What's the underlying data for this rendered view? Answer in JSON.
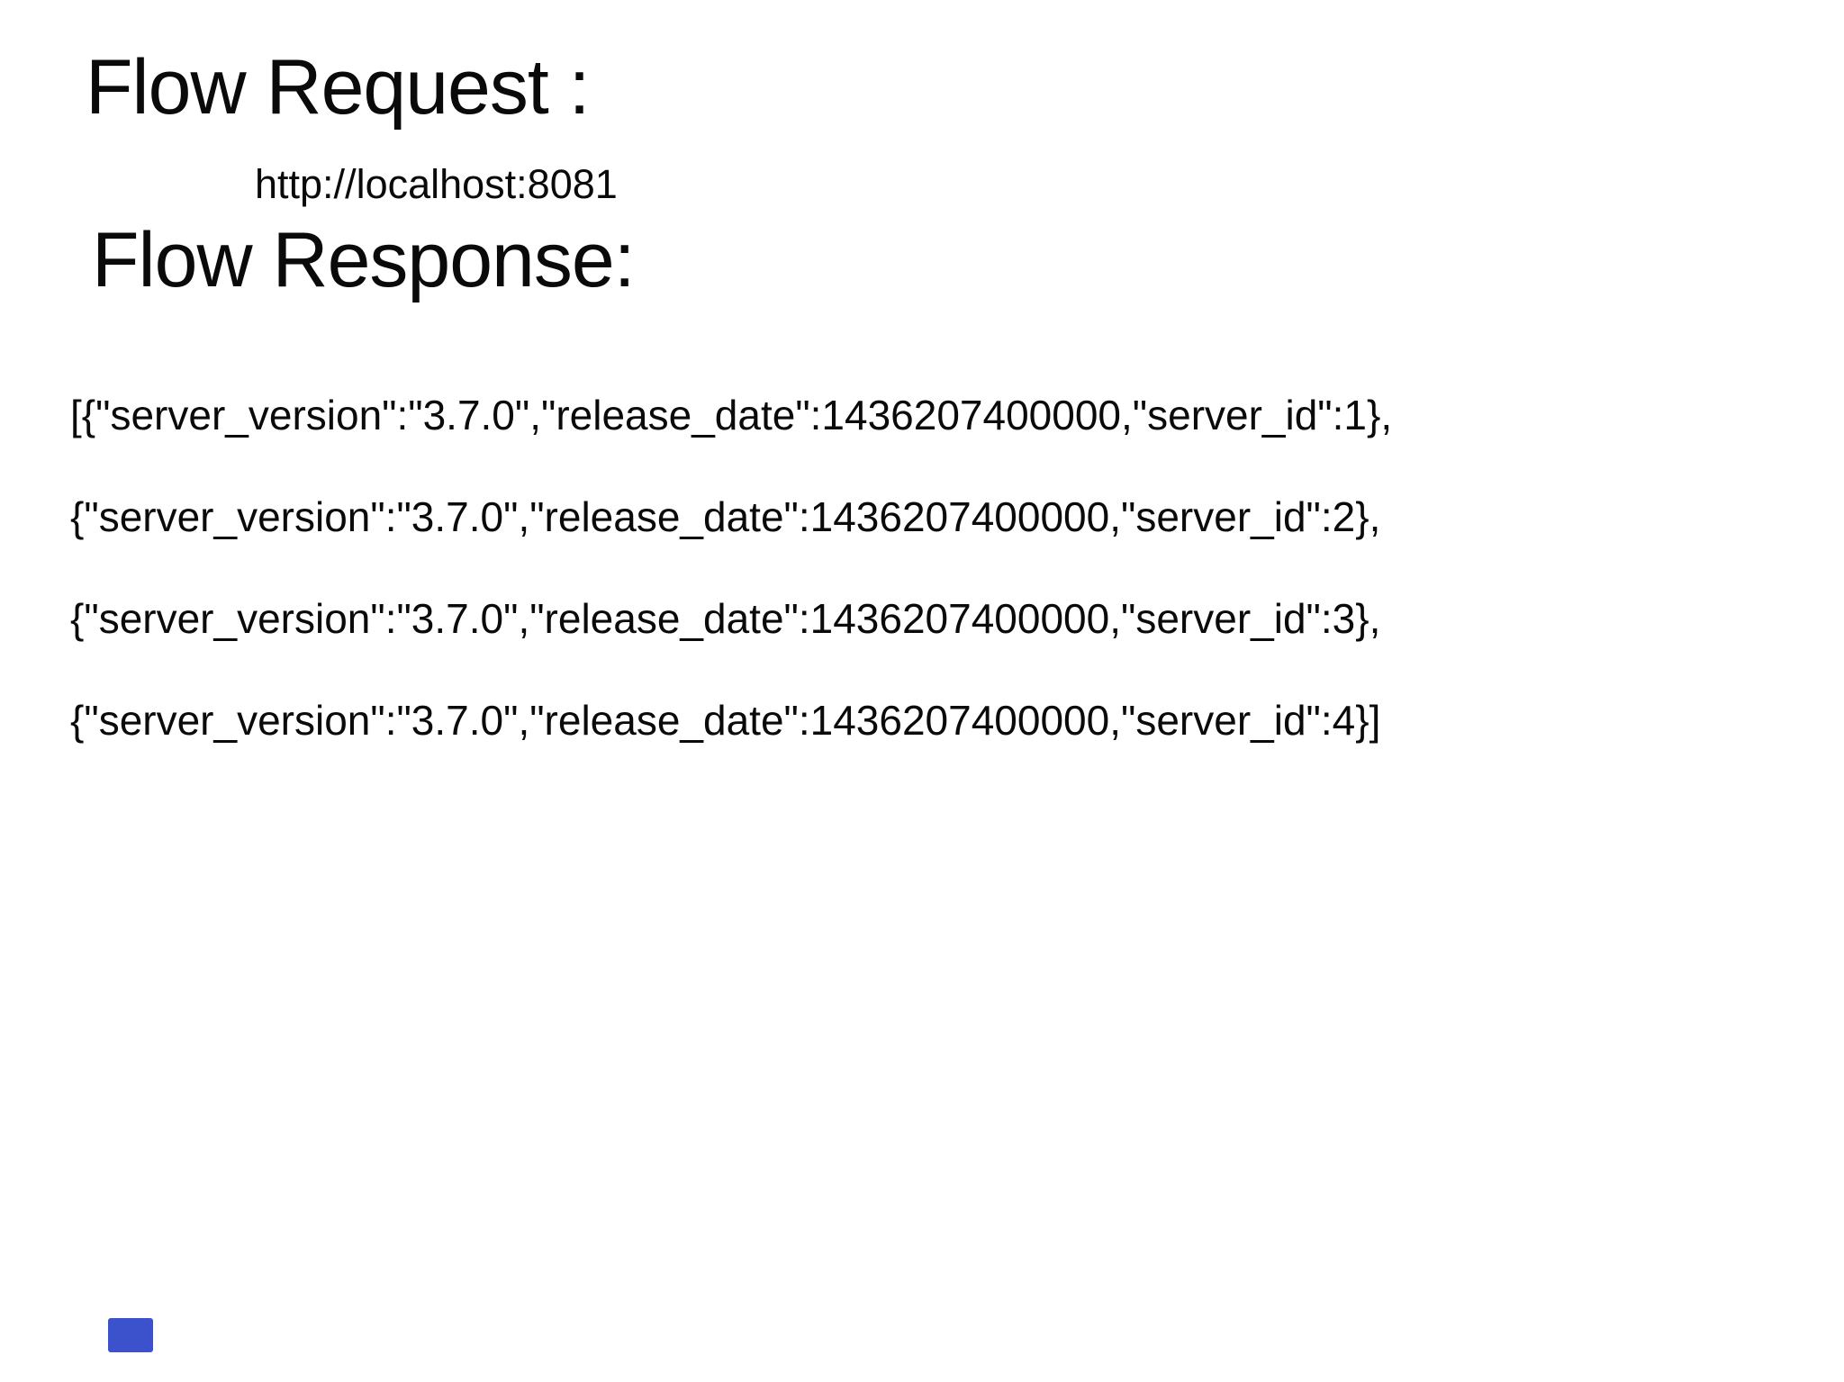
{
  "page": {
    "request_heading": "Flow Request :",
    "request_url": "http://localhost:8081",
    "response_heading": "Flow Response:"
  },
  "response": {
    "lines": [
      "[{\"server_version\":\"3.7.0\",\"release_date\":1436207400000,\"server_id\":1},",
      "{\"server_version\":\"3.7.0\",\"release_date\":1436207400000,\"server_id\":2},",
      "{\"server_version\":\"3.7.0\",\"release_date\":1436207400000,\"server_id\":3},",
      "{\"server_version\":\"3.7.0\",\"release_date\":1436207400000,\"server_id\":4}]"
    ]
  },
  "colors": {
    "background": "#ffffff",
    "text": "#0a0a0a",
    "marker_blue": "#3b52cc"
  }
}
